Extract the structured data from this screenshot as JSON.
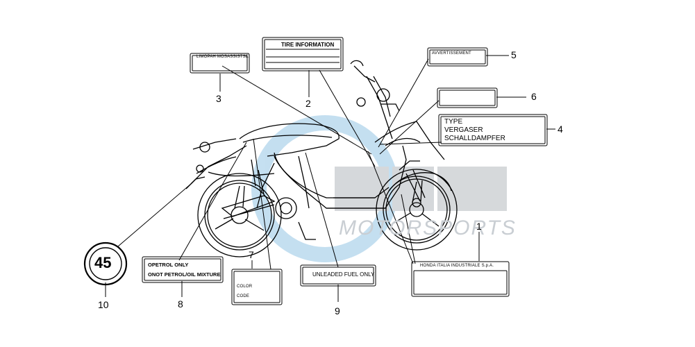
{
  "callouts": {
    "c1": "1",
    "c2": "2",
    "c3": "3",
    "c4": "4",
    "c5": "5",
    "c6": "6",
    "c7": "7",
    "c8": "8",
    "c9": "9",
    "c10": "10"
  },
  "labels": {
    "l3_title": "LIMOPAH MOSASSISTSE",
    "l2_title": "TIRE INFORMATION",
    "l5_title": "AVVERTISSEMENT",
    "l4_lines": [
      "TYPE",
      "VERGASER",
      "SCHALLDAMPFER"
    ],
    "l8_lines": [
      "OPETROL ONLY",
      "ONOT PETROL/OIL MIXTURE"
    ],
    "l7_lines": [
      "COLOR",
      "CODE"
    ],
    "l9_title": "UNLEADED FUEL ONLY",
    "l1_title": "HONDA ITALIA INDUSTRIALE S.p.A.",
    "speed_value": "45"
  },
  "watermark": {
    "text": "MOTORSPORTS"
  }
}
